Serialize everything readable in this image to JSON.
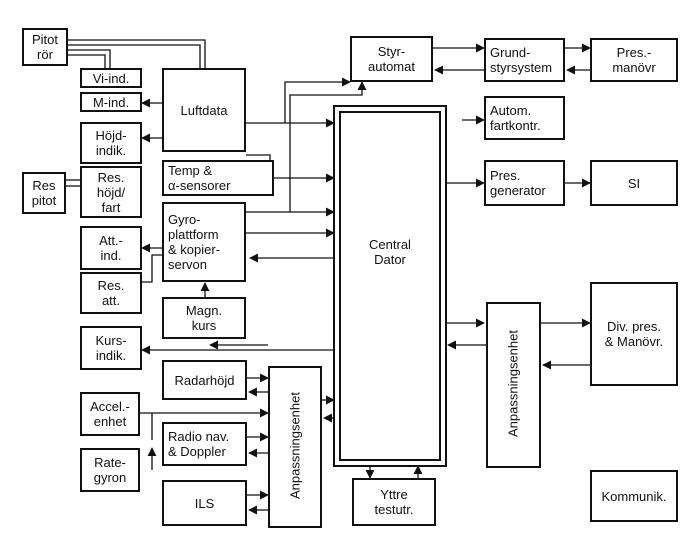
{
  "blocks": {
    "pitot_ror": "Pitot\nrör",
    "vi_ind": "Vi-ind.",
    "m_ind": "M-ind.",
    "luftdata": "Luftdata",
    "hojd_indik": "Höjd-\nindik.",
    "res_pitot": "Res\npitot",
    "res_hojd_fart": "Res.\nhöjd/\nfart",
    "temp_sensorer": "Temp &\nα-sensorer",
    "gyroplattform": "Gyro-\nplattform\n& kopier-\nservon",
    "att_ind": "Att.-\nind.",
    "res_att": "Res.\natt.",
    "magn_kurs": "Magn.\nkurs",
    "kurs_indik": "Kurs-\nindik.",
    "radarhojd": "Radarhöjd",
    "accel_enhet": "Accel.-\nenhet",
    "radio_nav": "Radio nav.\n& Doppler",
    "rate_gyron": "Rate-\ngyron",
    "ils": "ILS",
    "anpassning_left": "Anpassningsenhet",
    "styrautomat": "Styr-\nautomat",
    "grundstyrsystem": "Grund-\nstyrsystem",
    "pres_manovr": "Pres.-\nmanövr",
    "autom_fartkontr": "Autom.\nfartkontr.",
    "central_dator": "Central\nDator",
    "pres_generator": "Pres.\ngenerator",
    "si": "SI",
    "anpassning_right": "Anpassningsenhet",
    "div_pres_manovr": "Div. pres.\n& Manövr.",
    "yttre_testutr": "Yttre\ntestutr.",
    "kommunik": "Kommunik."
  }
}
